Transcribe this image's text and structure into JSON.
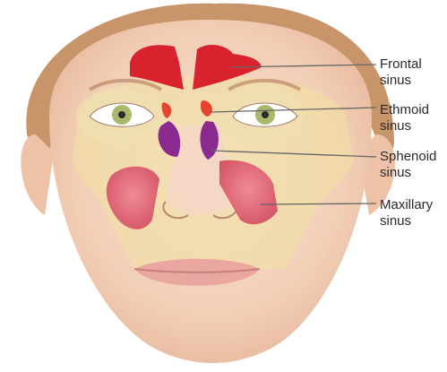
{
  "labels": {
    "frontal": [
      "Frontal",
      "sinus"
    ],
    "ethmoid": [
      "Ethmoid",
      "sinus"
    ],
    "sphenoid": [
      "Sphenoid",
      "sinus"
    ],
    "maxillary": [
      "Maxillary",
      "sinus"
    ]
  },
  "colors": {
    "skin": "#f4d3bd",
    "hair": "#c8946a",
    "bone": "#f1e2a0",
    "frontal_sinus": "#d8232f",
    "ethmoid_sinus": "#e3452f",
    "sphenoid_sinus": "#8a2a8f",
    "maxillary_sinus": "#e06a78",
    "iris": "#a9b86a",
    "lips": "#e9a7a0",
    "leader_line": "#666666"
  }
}
